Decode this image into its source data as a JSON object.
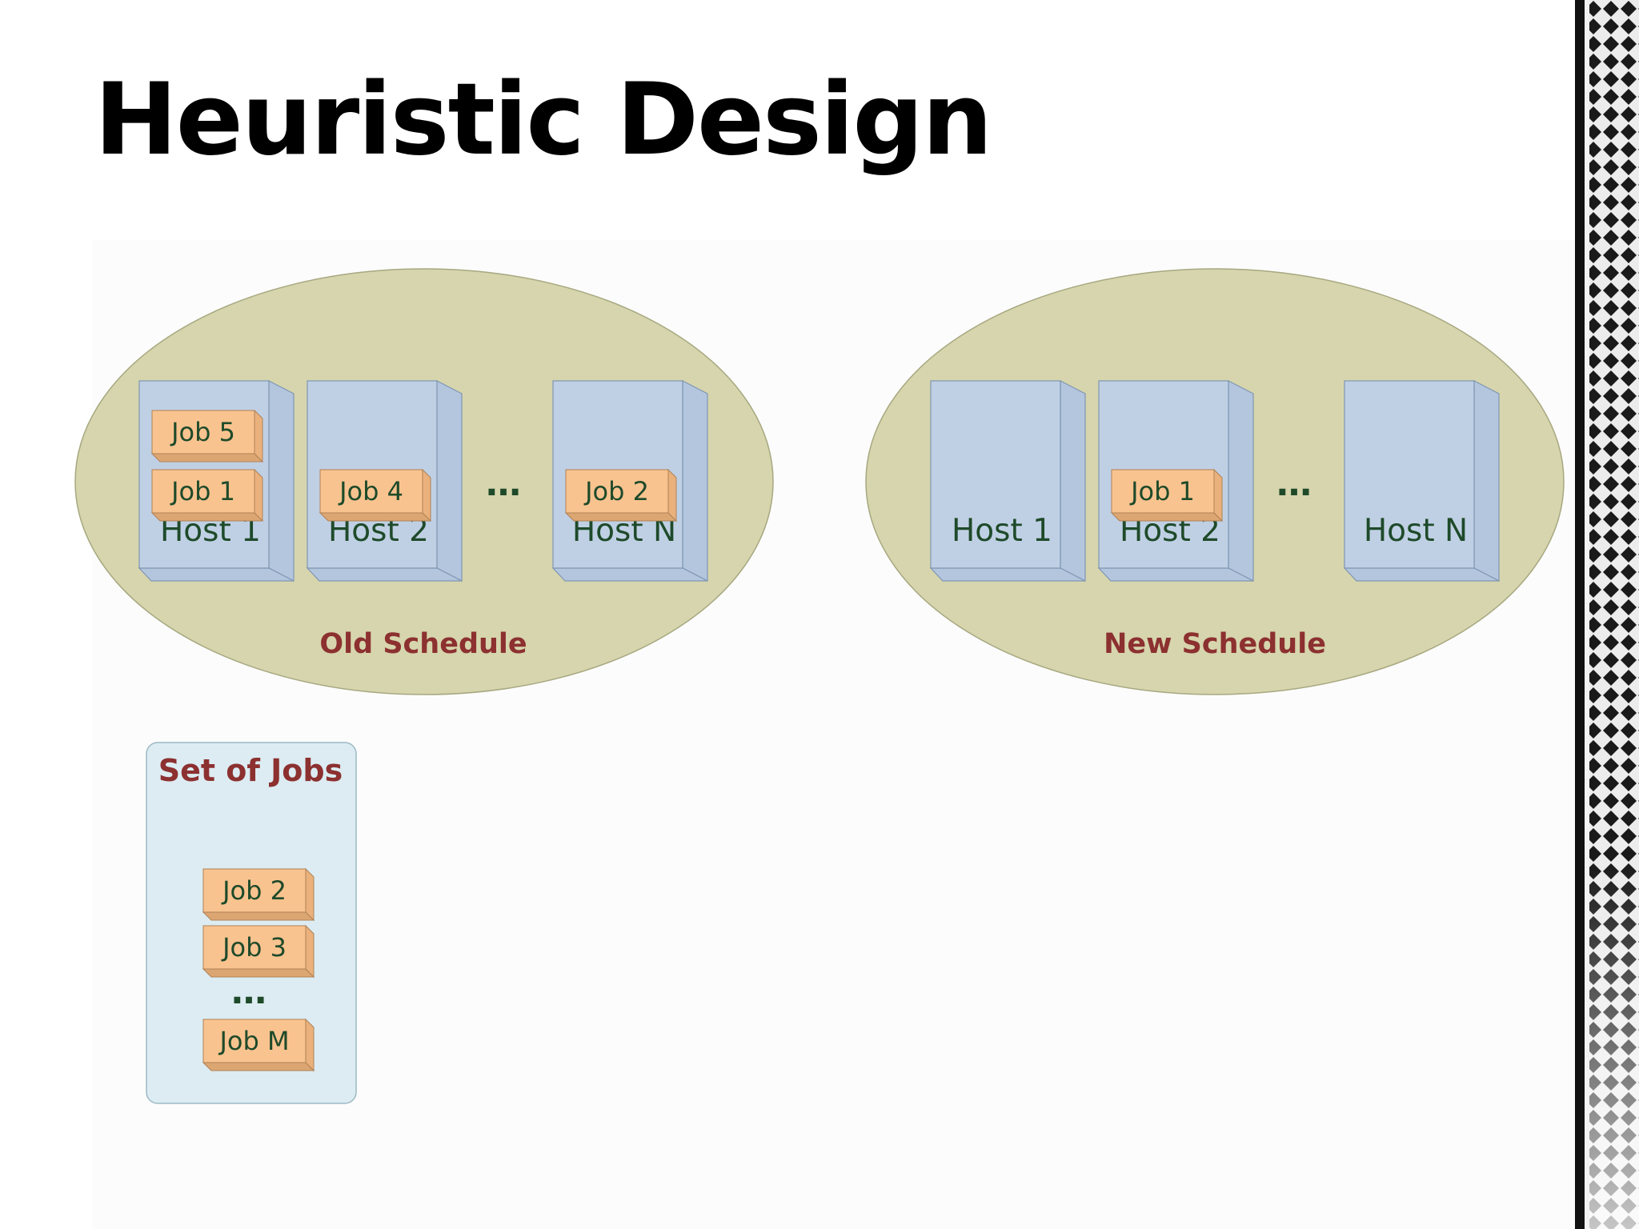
{
  "slide": {
    "title": "Heuristic Design"
  },
  "old_schedule": {
    "label": "Old Schedule",
    "hosts": [
      {
        "label": "Host 1",
        "jobs": [
          "Job 5",
          "Job 1"
        ]
      },
      {
        "label": "Host 2",
        "jobs": [
          "Job 4"
        ]
      },
      {
        "label": "Host N",
        "jobs": [
          "Job 2"
        ]
      }
    ],
    "ellipsis": "…"
  },
  "new_schedule": {
    "label": "New Schedule",
    "hosts": [
      {
        "label": "Host 1",
        "jobs": []
      },
      {
        "label": "Host 2",
        "jobs": [
          "Job 1"
        ]
      },
      {
        "label": "Host N",
        "jobs": []
      }
    ],
    "ellipsis": "…"
  },
  "job_set": {
    "title": "Set of Jobs",
    "jobs": [
      "Job 2",
      "Job 3",
      "Job M"
    ],
    "ellipsis": "…"
  },
  "colors": {
    "ellipse_fill": "#d6d5ad",
    "host_fill": "#c0d0e4",
    "job_fill": "#f9c38f",
    "set_panel_fill": "#dcecf2",
    "label_red": "#8c3030",
    "label_green": "#1e4a2a"
  }
}
